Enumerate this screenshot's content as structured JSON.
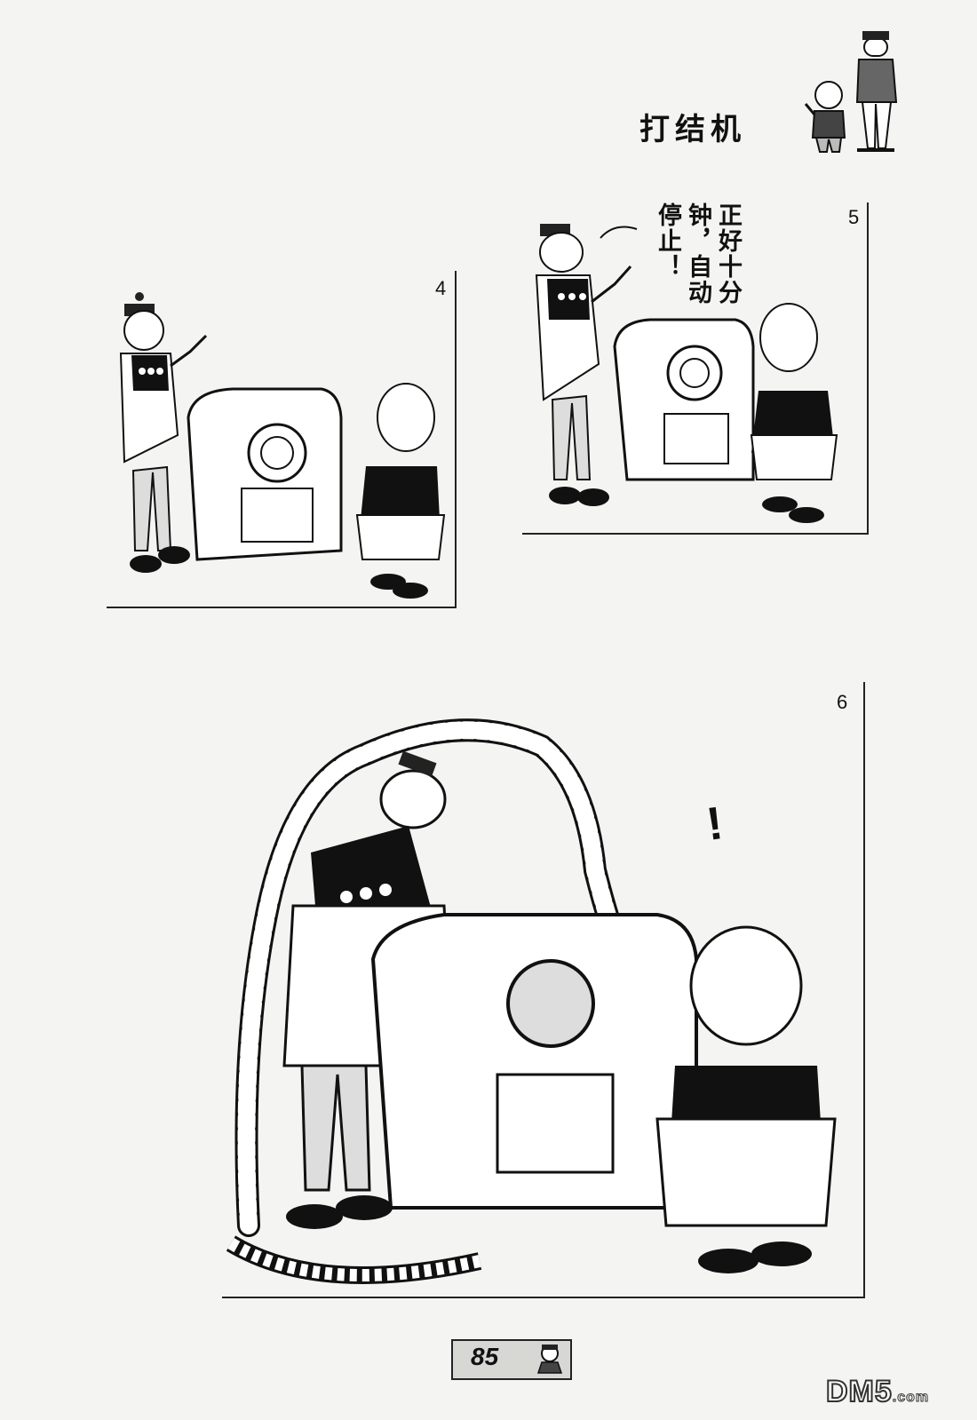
{
  "page": {
    "title": "打结机",
    "page_number": "85",
    "watermark": {
      "main": "DM5",
      "suffix": ".com"
    }
  },
  "panels": [
    {
      "number": "4",
      "dialogue": ""
    },
    {
      "number": "5",
      "dialogue": "正好十分钟，自动停止！"
    },
    {
      "number": "6",
      "dialogue": ""
    }
  ],
  "sound_effects": {
    "panel6_exclaim": "!"
  },
  "colors": {
    "ink": "#111111",
    "paper": "#f4f4f2",
    "page_box": "#d7d7d4"
  }
}
